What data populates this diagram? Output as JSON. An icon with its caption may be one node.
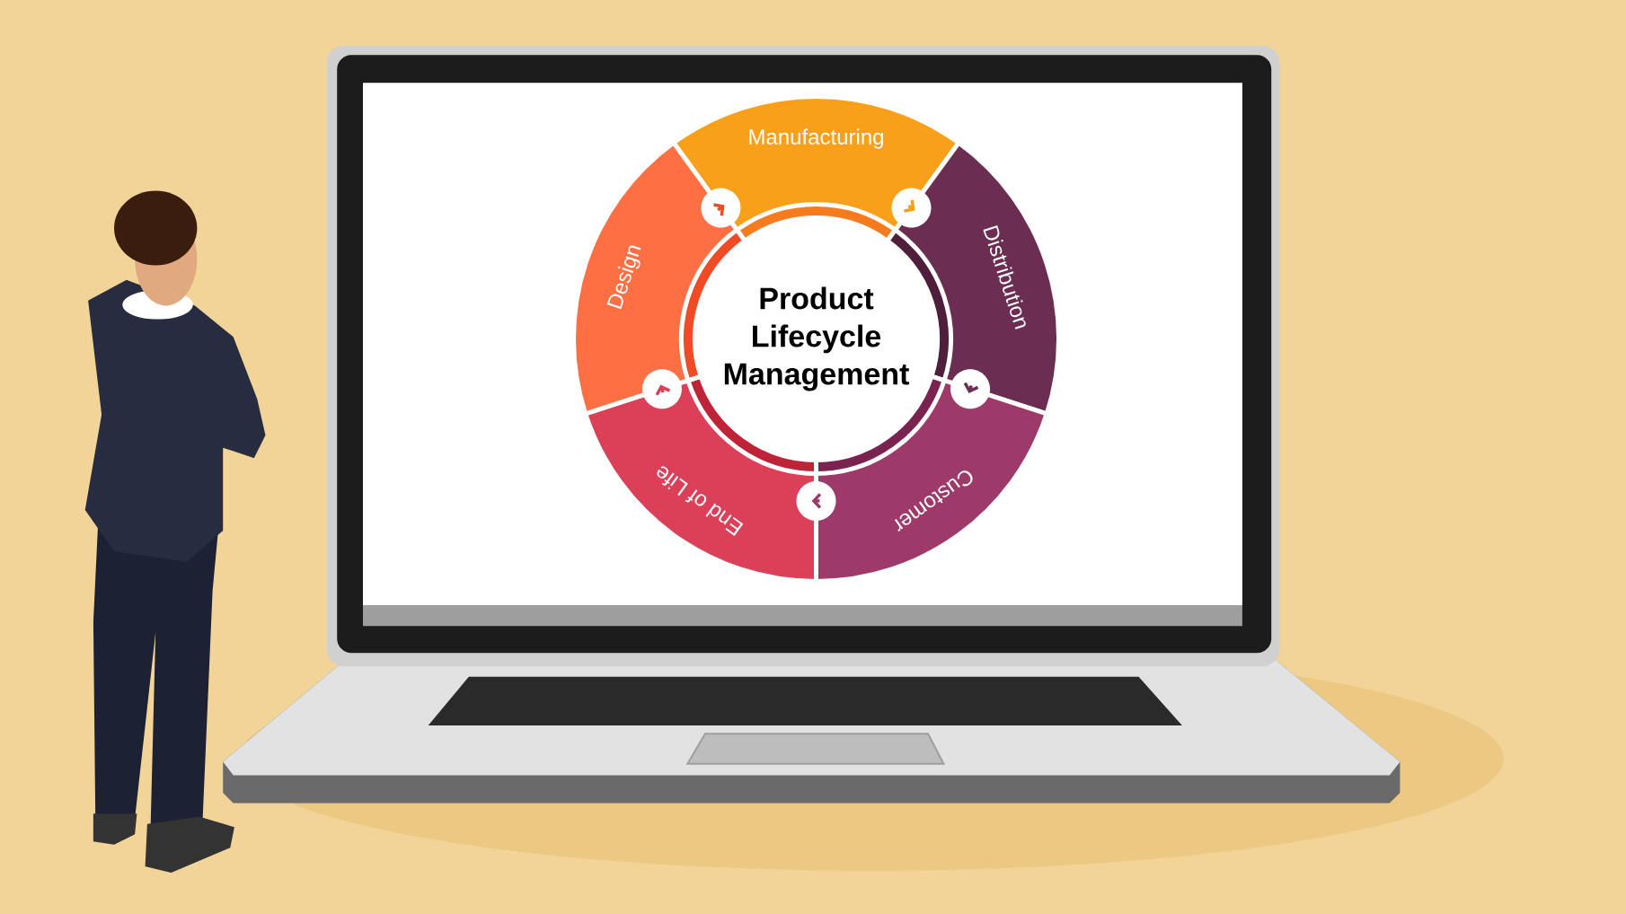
{
  "diagram": {
    "nodes": [
      {
        "text": [
          "Product Lifecycle Management"
        ]
      },
      {
        "text": [
          "Manufacturing"
        ]
      },
      {
        "text": [
          "Distribution"
        ]
      },
      {
        "text": [
          "Customer"
        ]
      },
      {
        "text": [
          "End of Life"
        ]
      },
      {
        "text": [
          "Design"
        ]
      }
    ],
    "edges": [
      {
        "from": 5,
        "to": 1,
        "arrow": "to",
        "color": "#f04b25"
      },
      {
        "from": 1,
        "to": 2,
        "arrow": "to",
        "color": "#f9a01b"
      },
      {
        "from": 2,
        "to": 3,
        "arrow": "to",
        "color": "#6b2d52"
      },
      {
        "from": 3,
        "to": 4,
        "arrow": "to",
        "color": "#9e3a6a"
      },
      {
        "from": 4,
        "to": 5,
        "arrow": "to",
        "color": "#dc3f58"
      }
    ]
  }
}
